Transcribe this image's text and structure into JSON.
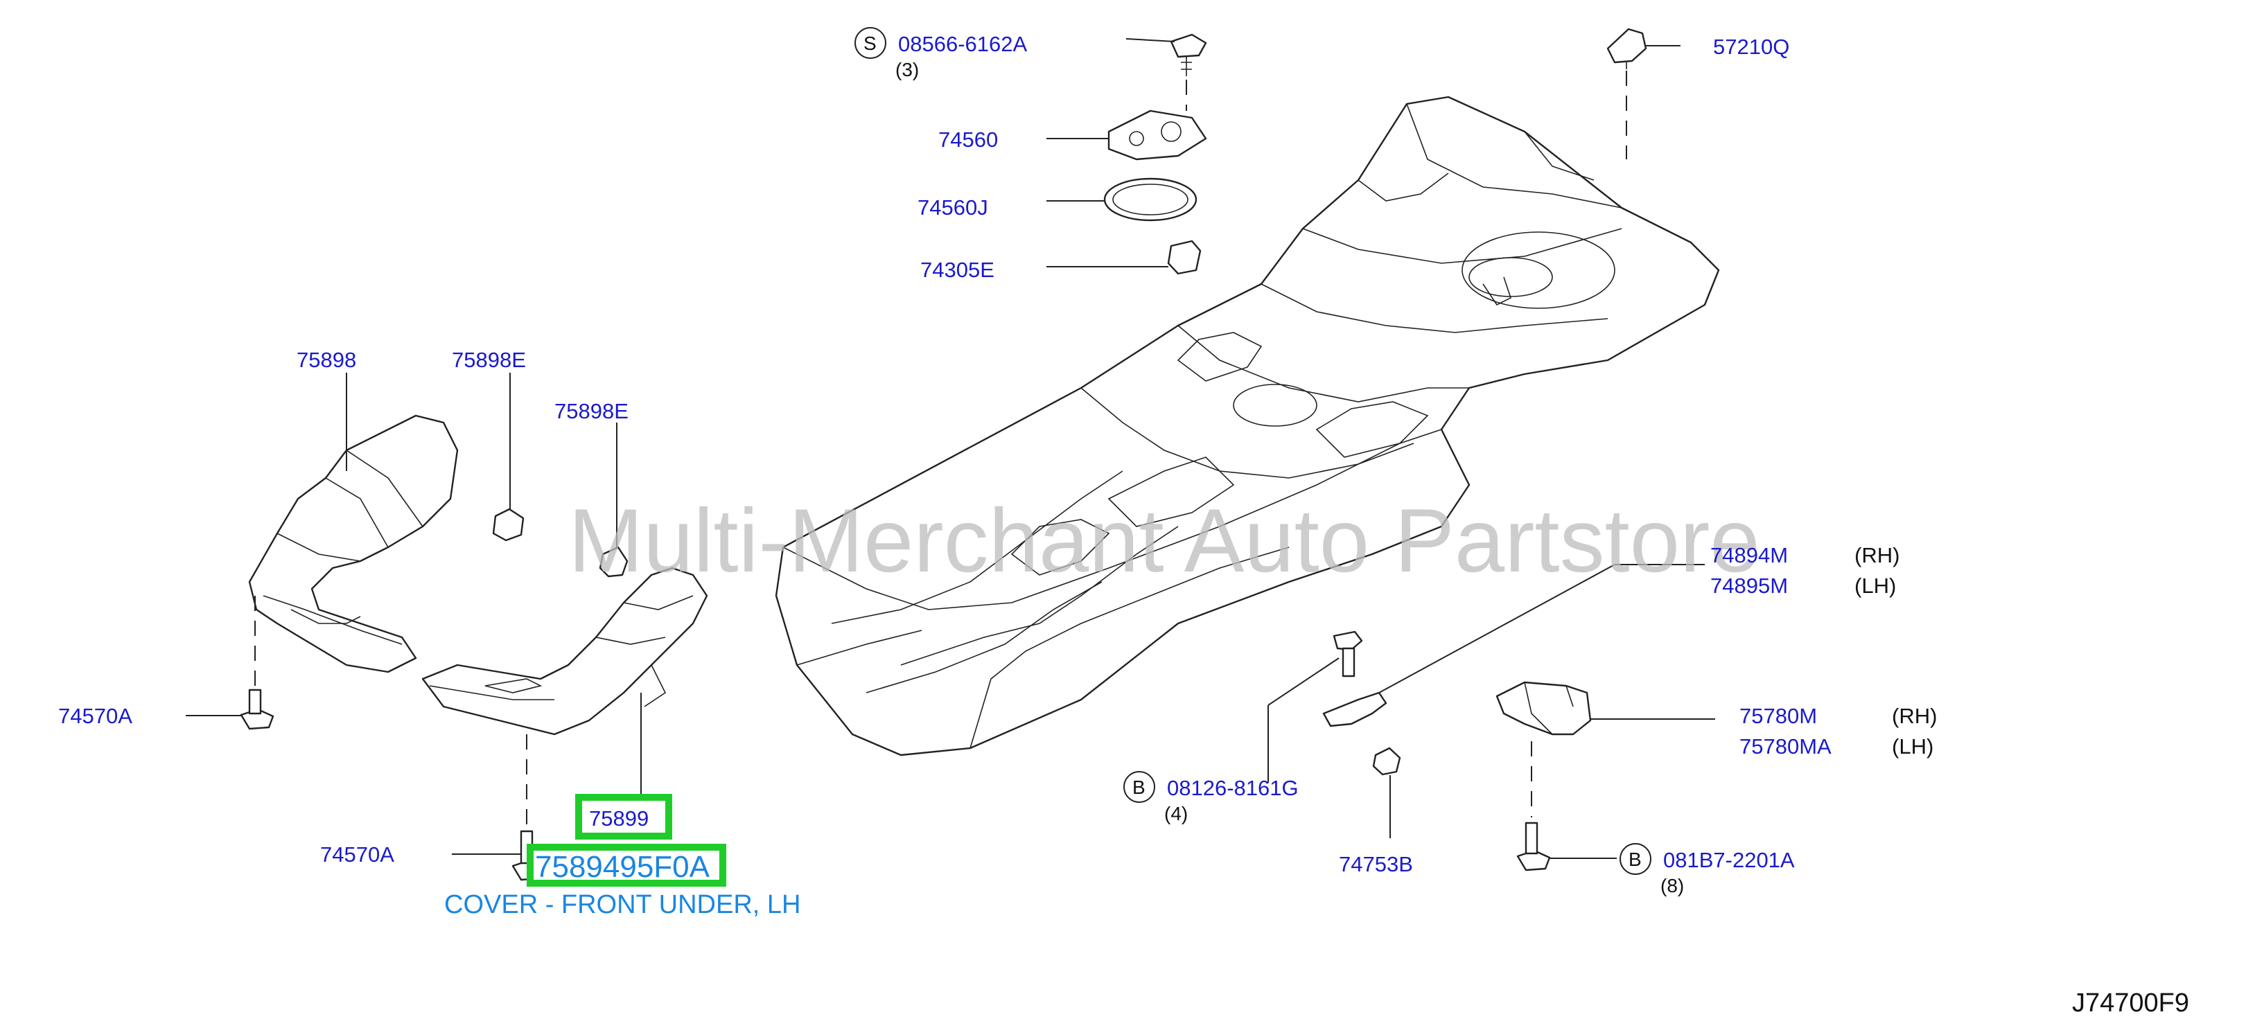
{
  "watermark": "Multi-Merchant Auto Partstore",
  "diagram_code": "J74700F9",
  "highlight": {
    "part_number": "75899",
    "full_part_number": "7589495F0A",
    "description": "COVER - FRONT UNDER, LH"
  },
  "labels": {
    "p08566": "08566-6162A",
    "p08566_prefix": "S",
    "p08566_qty": "(3)",
    "p57210Q": "57210Q",
    "p74560": "74560",
    "p74560J": "74560J",
    "p74305E": "74305E",
    "p75898": "75898",
    "p75898E_a": "75898E",
    "p75898E_b": "75898E",
    "p74570A_a": "74570A",
    "p74570A_b": "74570A",
    "p74894M": "74894M",
    "p74894M_side": "(RH)",
    "p74895M": "74895M",
    "p74895M_side": "(LH)",
    "p75780M": "75780M",
    "p75780M_side": "(RH)",
    "p75780MA": "75780MA",
    "p75780MA_side": "(LH)",
    "p08126": "08126-8161G",
    "p08126_prefix": "B",
    "p08126_qty": "(4)",
    "p74753B": "74753B",
    "p081B7": "081B7-2201A",
    "p081B7_prefix": "B",
    "p081B7_qty": "(8)"
  }
}
